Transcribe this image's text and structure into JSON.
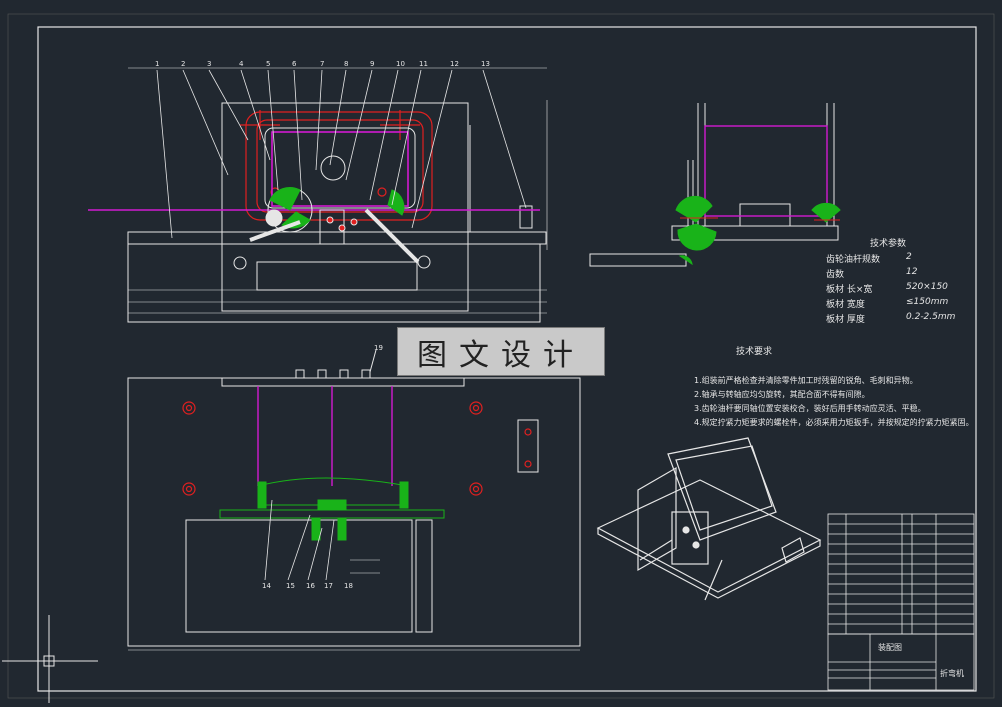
{
  "watermark": "图文设计",
  "tech_params": {
    "title": "技术参数",
    "rows": [
      {
        "label": "齿轮油杆规数",
        "value": "2"
      },
      {
        "label": "齿数",
        "value": "12"
      },
      {
        "label": "板材 长×宽",
        "value": "520×150"
      },
      {
        "label": "板材 宽度",
        "value": "≤150mm"
      },
      {
        "label": "板材 厚度",
        "value": "0.2-2.5mm"
      }
    ]
  },
  "tech_requirements": {
    "title": "技术要求",
    "items": [
      "1.组装前严格检查并清除零件加工时残留的锐角、毛刺和异物。",
      "2.轴承与转轴应均匀旋转，其配合面不得有间隙。",
      "3.齿轮油杆要同轴位置安装校合，装好后用手转动应灵活、平稳。",
      "4.规定拧紧力矩要求的螺栓件，必须采用力矩扳手，并按规定的拧紧力矩紧固。"
    ]
  },
  "callouts": [
    "1",
    "2",
    "3",
    "4",
    "5",
    "6",
    "7",
    "8",
    "9",
    "10",
    "11",
    "12",
    "13"
  ],
  "callouts_bottom": [
    "14",
    "15",
    "16",
    "17",
    "18",
    "19"
  ],
  "title_block": {
    "drawing_name": "折弯机",
    "label_cell": "装配图"
  },
  "colors": {
    "background": "#212830",
    "lines": "#e6e6e6",
    "magenta": "#d11ad1",
    "red": "#e02020",
    "green": "#19b319",
    "yellow": "#e6e600"
  }
}
